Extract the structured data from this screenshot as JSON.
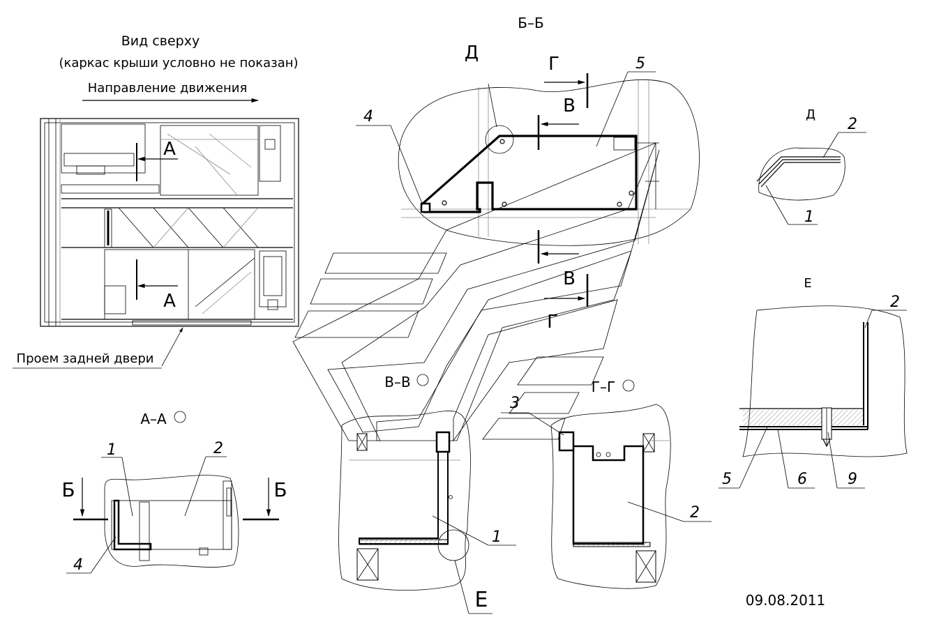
{
  "top_view": {
    "title": "Вид сверху",
    "subtitle": "(каркас крыши условно не показан)",
    "direction": "Направление движения",
    "door_label": "Проем задней двери",
    "view_marker": "А"
  },
  "section_bb": {
    "title": "Б–Б",
    "callout_d": "Д",
    "mark_g": "Г",
    "mark_v": "В",
    "pos_4": "4",
    "pos_5": "5"
  },
  "section_aa": {
    "title": "А–А",
    "mark_b": "Б",
    "pos_1": "1",
    "pos_2": "2",
    "pos_4": "4"
  },
  "section_vv": {
    "title": "В–В",
    "pos_1": "1",
    "callout_e": "Е"
  },
  "section_gg": {
    "title": "Г–Г",
    "pos_2": "2",
    "pos_3": "3"
  },
  "detail_d": {
    "title": "Д",
    "pos_1": "1",
    "pos_2": "2"
  },
  "detail_e": {
    "title": "Е",
    "pos_2": "2",
    "pos_5": "5",
    "pos_6": "6",
    "pos_9": "9"
  },
  "date": "09.08.2011"
}
